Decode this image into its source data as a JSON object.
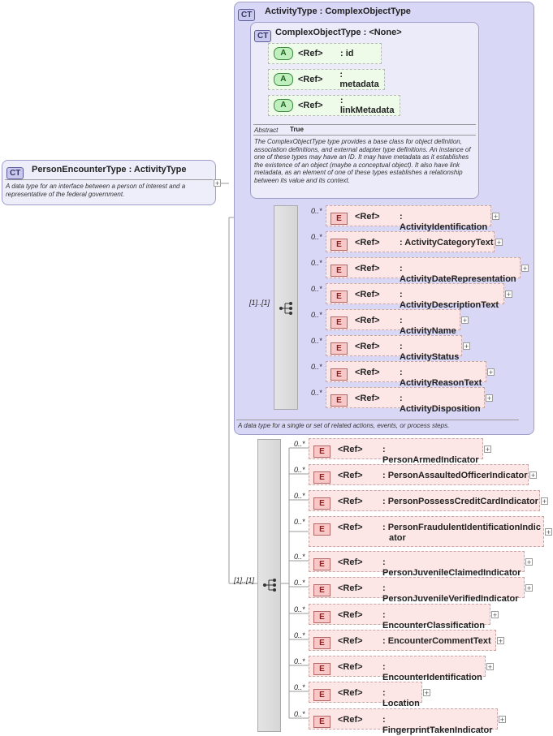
{
  "root": {
    "badge": "CT",
    "title": "PersonEncounterType : ActivityType",
    "description": "A data type for an interface between a person of interest and a representative of the federal government."
  },
  "activity": {
    "badge": "CT",
    "title": "ActivityType : ComplexObjectType",
    "description": "A data type for a single or set of related actions, events, or process steps.",
    "complex": {
      "badge": "CT",
      "title": "ComplexObjectType : <None>",
      "abstract_label": "Abstract",
      "abstract_value": "True",
      "description": "The ComplexObjectType type provides a base class for object definition, association definitions, and external adapter type definitions. An instance of one of these types may have an ID. It may have metadata as it establishes the existence of an object (maybe a conceptual object). It also have link metadata, as an element of one of these types establishes a relationship between its value and its context.",
      "attributes": [
        {
          "badge": "A",
          "ref": "<Ref>",
          "name": ": id"
        },
        {
          "badge": "A",
          "ref": "<Ref>",
          "name": ": metadata"
        },
        {
          "badge": "A",
          "ref": "<Ref>",
          "name": ": linkMetadata"
        }
      ]
    },
    "sequence_occurrence": "[1]..[1]",
    "elements": [
      {
        "badge": "E",
        "ref": "<Ref>",
        "name": ": ActivityIdentification",
        "occ": "0..*"
      },
      {
        "badge": "E",
        "ref": "<Ref>",
        "name": ": ActivityCategoryText",
        "occ": "0..*"
      },
      {
        "badge": "E",
        "ref": "<Ref>",
        "name": ": ActivityDateRepresentation",
        "occ": "0..*"
      },
      {
        "badge": "E",
        "ref": "<Ref>",
        "name": ": ActivityDescriptionText",
        "occ": "0..*"
      },
      {
        "badge": "E",
        "ref": "<Ref>",
        "name": ": ActivityName",
        "occ": "0..*"
      },
      {
        "badge": "E",
        "ref": "<Ref>",
        "name": ": ActivityStatus",
        "occ": "0..*"
      },
      {
        "badge": "E",
        "ref": "<Ref>",
        "name": ": ActivityReasonText",
        "occ": "0..*"
      },
      {
        "badge": "E",
        "ref": "<Ref>",
        "name": ": ActivityDisposition",
        "occ": "0..*"
      }
    ]
  },
  "person": {
    "sequence_occurrence": "[1]..[1]",
    "elements": [
      {
        "badge": "E",
        "ref": "<Ref>",
        "name": ": PersonArmedIndicator",
        "occ": "0..*"
      },
      {
        "badge": "E",
        "ref": "<Ref>",
        "name": ": PersonAssaultedOfficerIndicator",
        "occ": "0..*"
      },
      {
        "badge": "E",
        "ref": "<Ref>",
        "name": ": PersonPossessCreditCardIndicator",
        "occ": "0..*"
      },
      {
        "badge": "E",
        "ref": "<Ref>",
        "name": ": PersonFraudulentIdentificationIndic",
        "name2": "ator",
        "occ": "0..*"
      },
      {
        "badge": "E",
        "ref": "<Ref>",
        "name": ": PersonJuvenileClaimedIndicator",
        "occ": "0..*"
      },
      {
        "badge": "E",
        "ref": "<Ref>",
        "name": ": PersonJuvenileVerifiedIndicator",
        "occ": "0..*"
      },
      {
        "badge": "E",
        "ref": "<Ref>",
        "name": ": EncounterClassification",
        "occ": "0..*"
      },
      {
        "badge": "E",
        "ref": "<Ref>",
        "name": ": EncounterCommentText",
        "occ": "0..*"
      },
      {
        "badge": "E",
        "ref": "<Ref>",
        "name": ": EncounterIdentification",
        "occ": "0..*"
      },
      {
        "badge": "E",
        "ref": "<Ref>",
        "name": ": Location",
        "occ": "0..*"
      },
      {
        "badge": "E",
        "ref": "<Ref>",
        "name": ": FingerprintTakenIndicator",
        "occ": "0..*"
      }
    ]
  },
  "expand_symbol": "+"
}
